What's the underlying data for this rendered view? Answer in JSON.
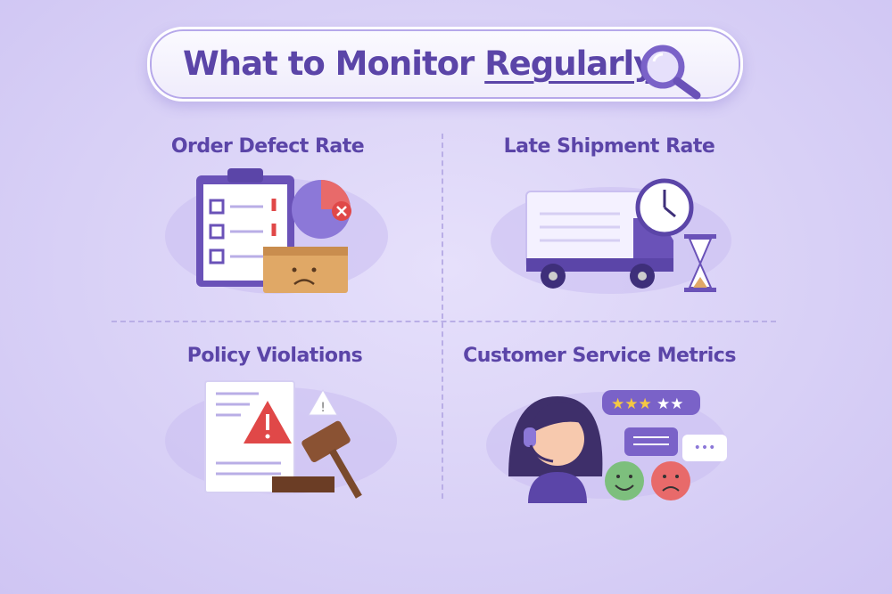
{
  "title": {
    "prefix": "What to Monitor ",
    "emphasis": "Regularly",
    "icon": "magnifier-icon"
  },
  "sections": [
    {
      "label": "Order Defect Rate",
      "icons": [
        "clipboard-checklist-icon",
        "pie-chart-icon",
        "sad-box-icon"
      ]
    },
    {
      "label": "Late Shipment Rate",
      "icons": [
        "delivery-truck-icon",
        "clock-icon",
        "hourglass-icon"
      ]
    },
    {
      "label": "Policy Violations",
      "icons": [
        "warning-document-icon",
        "gavel-icon",
        "warning-icon"
      ]
    },
    {
      "label": "Customer Service Metrics",
      "icons": [
        "support-agent-icon",
        "chat-bubble-icon",
        "happy-face-icon",
        "sad-face-icon"
      ],
      "rating": {
        "stars": 3,
        "max": 5
      }
    }
  ],
  "colors": {
    "primary": "#5b45a8",
    "background": "#d8d0f6",
    "alert": "#e04848",
    "star": "#f5c842"
  }
}
